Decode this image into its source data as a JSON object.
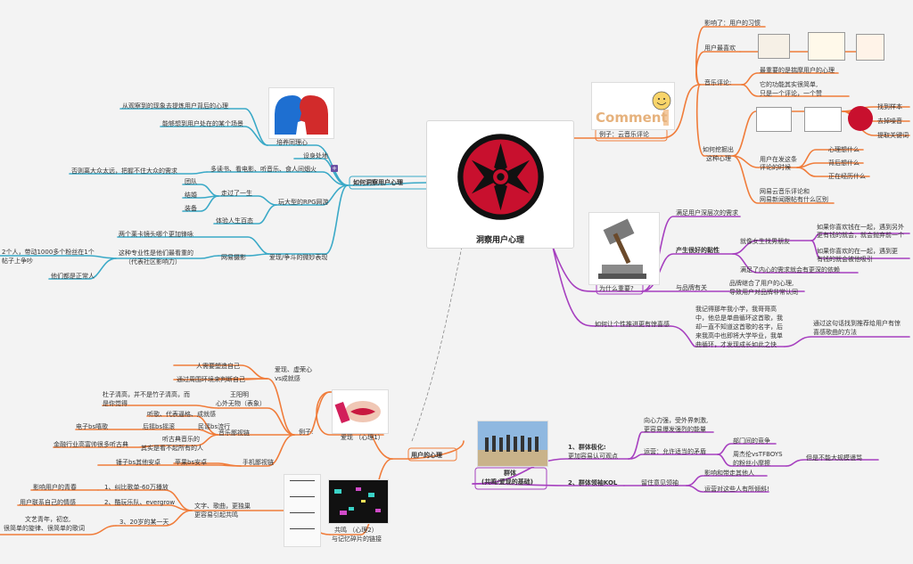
{
  "center": {
    "title": "洞察用户心理"
  },
  "colors": {
    "orange": "#f07c3a",
    "purple": "#a63fbf",
    "cyan": "#3aa9c7",
    "red": "#c8102e"
  },
  "nodes": {
    "r1": "影响了：用户的习惯",
    "r2": "用户最喜欢",
    "r3": "音乐评论:",
    "r3a": "最重要的是揣摩用户的心理",
    "r3b1": "它的功能其实很简单,",
    "r3b2": "只是一个评论，一个赞",
    "r4a": "如何挖掘出",
    "r4b": "这种心理",
    "r4c": "找到样本",
    "r4d": "去掉噪音",
    "r4e": "提取关键词",
    "r4f1": "用户在发这条",
    "r4f2": "评论的时候",
    "r4g": "心理想什么",
    "r4h": "背后想什么",
    "r4i": "正在经历什么",
    "r4j1": "网易云音乐评论和",
    "r4j2": "网易新闻跟帖有什么区别",
    "comment_label": "例子：云音乐评论",
    "comment_word": "Comment",
    "p1": "满足用户深层次的需求",
    "p2": "产生很好的黏性",
    "p2a": "就像女生找男朋友",
    "p2a1": "如果你喜欢钱在一起，遇到另外",
    "p2a1b": "更有钱的就会，就会抛弃前一个",
    "p2a2": "如果你喜欢的在一起，遇到更",
    "p2a2b": "有钱的就会被他吸引",
    "p2b": "满足了内心的需求就会有更深的依赖",
    "p_why": "为什么重要?",
    "p3": "与品牌有关",
    "p3a1": "品牌继合了用户的心理,",
    "p3a2": "导致用户对品牌非常认同",
    "p4": "如何让个性推进更有惊喜感",
    "p4a1": "我记得那年我小学，我哥哥高",
    "p4a2": "中，他总是单曲循环这首歌，我",
    "p4a3": "却一直不知道这首歌的名字，后",
    "p4a4": "来我高中也即将大学毕业，我单",
    "p4a5": "曲循环，才发现成长如此之快",
    "p4b1": "通过这句话找到推荐给用户有惊",
    "p4b2": "喜感歌曲的方法",
    "g_title": "群体",
    "g_sub": "(共鸣/爱现的基础)",
    "g1a": "1、群体极化:",
    "g1b": "更加容易认可观点",
    "g1c": "向心力强，受外界刺激,",
    "g1d": "更容易爆发强烈的能量",
    "g1e": "运营：允许适当的矛盾",
    "g1f": "部门间的竞争",
    "g1g1": "周杰伦vsTFBOYS",
    "g1g2": "的粉丝小摩擦",
    "g1h": "但是不能大规模谩骂",
    "g2": "2、群体领袖KOL",
    "g2a": "留住意见领袖",
    "g2b": "影响和带走其他人",
    "g2c": "运营对这些人有所倾斜!",
    "l_main": "如何洞察用户心理",
    "l1": "从观察到的现象去提炼用户背后的心理",
    "l2": "能够想到用户处在的某个场景",
    "l3": "培养同理心",
    "l4": "设身处地",
    "l5": "多读书、看电影、听音乐、食人间烟火",
    "l6": "否则离大众太远，把握不住大众的需求",
    "l7a": "团队",
    "l7b": "结婚",
    "l7c": "装备",
    "l8": "走过了一生",
    "l9": "玩大型的RPG网游",
    "l10": "体验人生百态",
    "l11": "两个莱卡镜头哪个更加锋咏",
    "l12a": "这种专业性是他们最看重的",
    "l12b": "（代表社区影响力）",
    "l13a": "2个人，带动1000多个粉丝在1个",
    "l13b": "帖子上争吵",
    "l14": "他们都是正常人",
    "l15": "网易摄影",
    "l16": "爱现/争斗的微妙表现",
    "u_main": "用户的心理",
    "u1": "人需要塑造自己",
    "u2": "通过周围环境来判断自己",
    "u3a": "爱现、虚荣心",
    "u3b": "vs成就感",
    "u4a": "杜子清高，并不是竹子清高，而",
    "u4b": "是你觉得",
    "u5a": "王阳明",
    "u5b": "心外无物（表象）",
    "u6": "听歌、代表逼格、成就感",
    "u7a": "电子bs嘻歌",
    "u7b": "后摇bs摇滚",
    "u7c": "民谣bs流行",
    "u8a": "听古典音乐的",
    "u8b": "其实是看不起所有的人",
    "u9": "金融行业高富帅很多听古典",
    "u10": "音乐鄙视链",
    "u11a": "锤子bs其他安卓",
    "u11b": "苹果bs安卓",
    "u12": "手机鄙视链",
    "u13": "例子:",
    "u14": "爱现 （心理1）",
    "u15": "影响用户的青春",
    "u16": "1、纠比歌单-60万播放",
    "u17": "用户联系自己的情感",
    "u18": "2、酷玩乐队、evergrow",
    "u19a": "文艺青年，初恋,",
    "u19b": "很简单的旋律、很简单的歌词",
    "u20": "3、20岁的某一天",
    "u21a": "文字、歌曲，更独巢",
    "u21b": "更容易引起共鸣",
    "u22a": "共鸣 （心理2）",
    "u22b": "与记忆碎片的链接"
  }
}
